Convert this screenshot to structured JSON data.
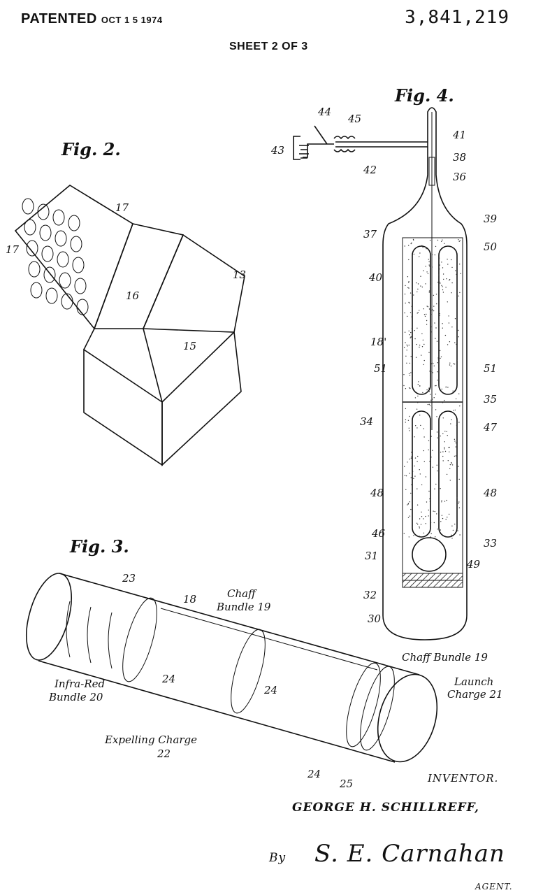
{
  "header": {
    "patented_label": "PATENTED",
    "patented_date": "OCT 1 5 1974",
    "patent_number": "3,841,219",
    "sheet": "SHEET 2 OF 3"
  },
  "fig2": {
    "title": "Fig. 2.",
    "labels": [
      "17",
      "17",
      "13",
      "16",
      "15"
    ]
  },
  "fig4": {
    "title": "Fig. 4.",
    "labels": [
      "44",
      "45",
      "43",
      "42",
      "41",
      "38",
      "36",
      "39",
      "37",
      "50",
      "40",
      "18'",
      "51",
      "51",
      "35",
      "34",
      "47",
      "48",
      "48",
      "46",
      "33",
      "31",
      "49",
      "32",
      "30"
    ]
  },
  "fig3": {
    "title": "Fig. 3.",
    "labels": [
      "23",
      "18",
      "Chaff",
      "Bundle 19",
      "Chaff Bundle 19",
      "Launch",
      "Charge 21",
      "24",
      "24",
      "Infra-Red",
      "Bundle 20",
      "Expelling Charge",
      "22",
      "24",
      "25"
    ]
  },
  "footer": {
    "inventor_label": "INVENTOR.",
    "inventor_name": "GEORGE H. SCHILLREFF,",
    "by": "By",
    "agent_signature": "S. E. Carnahan",
    "agent_label": "AGENT."
  }
}
